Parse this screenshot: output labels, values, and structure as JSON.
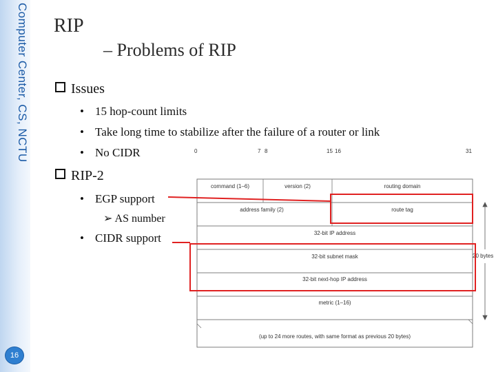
{
  "sidebar": {
    "text": "Computer Center, CS, NCTU",
    "page_number": "16"
  },
  "slide": {
    "title": "RIP",
    "subtitle": "– Problems of RIP",
    "issues": {
      "heading": "Issues",
      "bullets": [
        "15 hop-count limits",
        "Take long time to stabilize after the failure of a router or link",
        "No CIDR"
      ]
    },
    "rip2": {
      "heading": "RIP-2",
      "bullets": [
        "EGP support",
        "CIDR support"
      ],
      "sub_bullet": "AS number"
    }
  },
  "diagram": {
    "bit_labels": [
      "0",
      "7",
      "8",
      "15",
      "16",
      "31"
    ],
    "fields": {
      "command": "command (1–6)",
      "version": "version (2)",
      "routing_domain": "routing domain",
      "address_family": "address family (2)",
      "route_tag": "route tag",
      "ip_address": "32-bit IP address",
      "subnet_mask": "32-bit subnet mask",
      "next_hop": "32-bit next-hop IP address",
      "metric": "metric (1–16)",
      "more_routes": "(up to 24 more routes, with same format as previous 20 bytes)"
    },
    "size_label": "20 bytes",
    "highlight_color": "#e02020"
  }
}
